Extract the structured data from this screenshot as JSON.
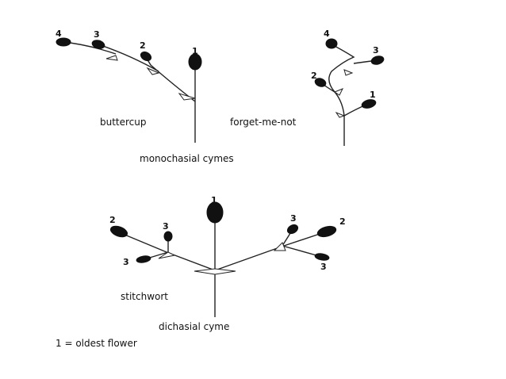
{
  "monochasial": {
    "buttercup_label": "buttercup",
    "forget_label": "forget-me-not",
    "caption": "monochasial cymes",
    "buttercup_numbers": [
      "1",
      "2",
      "3",
      "4"
    ],
    "forget_numbers": [
      "1",
      "2",
      "3",
      "4"
    ]
  },
  "dichasial": {
    "stitchwort_label": "stitchwort",
    "caption": "dichasial cyme",
    "numbers": [
      "1",
      "2",
      "2",
      "3",
      "3",
      "3",
      "3"
    ]
  },
  "key": {
    "text": "1 = oldest flower"
  }
}
